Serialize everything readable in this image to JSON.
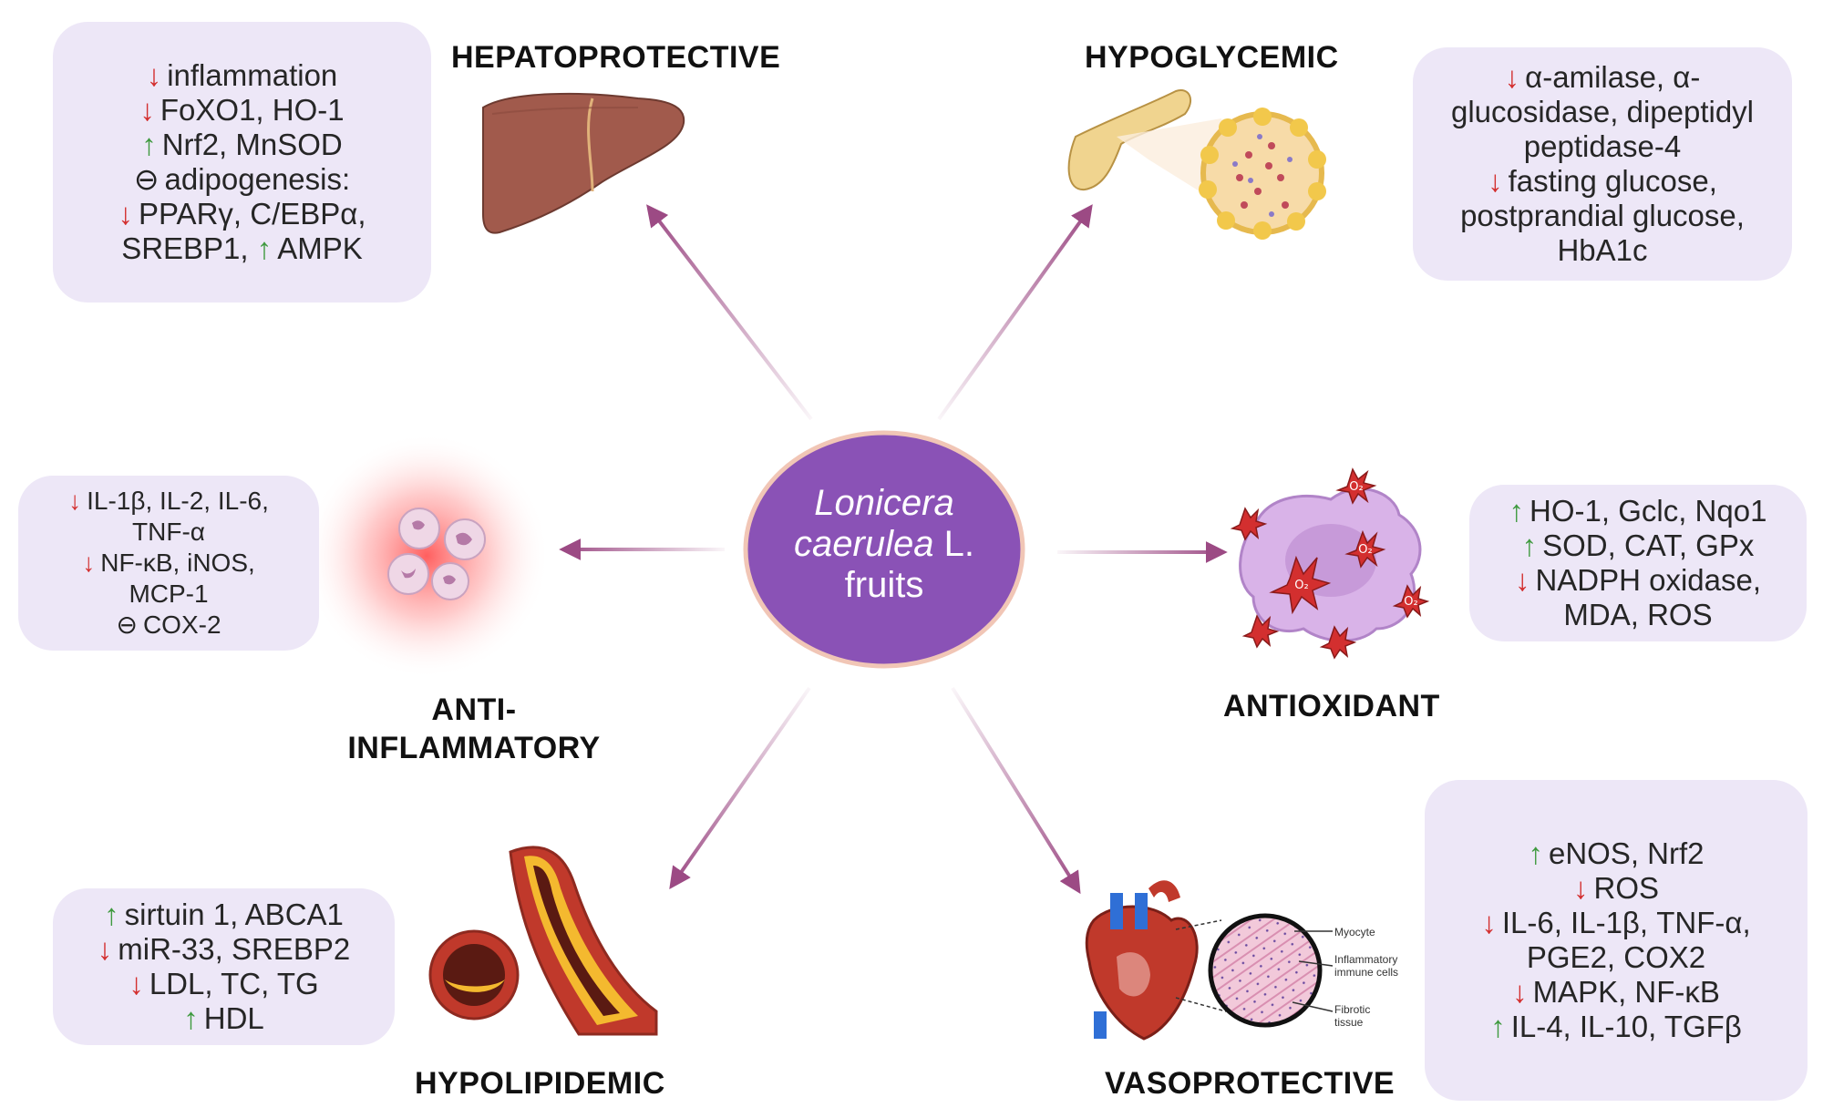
{
  "center": {
    "line1": "Lonicera",
    "line2_italic": "caerulea",
    "line2_rest": " L.",
    "line3": "fruits"
  },
  "colors": {
    "arrow": "#9c4a84",
    "center_fill": "#8a52b6",
    "center_stroke": "#f1c6b6",
    "box_bg": "#ede7f7",
    "down": "#d32f2f",
    "up": "#3f9a3f"
  },
  "titles": {
    "hepatoprotective": "HEPATOPROTECTIVE",
    "hypoglycemic": "HYPOGLYCEMIC",
    "anti1": "ANTI-",
    "anti2": "INFLAMMATORY",
    "antioxidant": "ANTIOXIDANT",
    "hypolipidemic": "HYPOLIPIDEMIC",
    "vasoprotective": "VASOPROTECTIVE"
  },
  "hepato": [
    {
      "a": "↓",
      "t": "inflammation"
    },
    {
      "a": "↓",
      "t": "FoXO1, HO-1"
    },
    {
      "a": "↑",
      "t": "Nrf2, MnSOD"
    },
    {
      "a": "⊖",
      "t": "adipogenesis:"
    },
    {
      "a": "↓",
      "t": "PPARγ, C/EBPα,"
    },
    {
      "t": "SREBP1, ",
      "a2": "↑",
      "t2": "AMPK"
    }
  ],
  "hypogly": [
    {
      "a": "↓",
      "t": "α-amilase, α-"
    },
    {
      "t": "glucosidase, dipeptidyl"
    },
    {
      "t": "peptidase-4"
    },
    {
      "a": "↓",
      "t": "fasting glucose,"
    },
    {
      "t": "postprandial glucose,"
    },
    {
      "t": "HbA1c"
    }
  ],
  "antiinf": [
    {
      "a": "↓",
      "t": "IL-1β, IL-2, IL-6,"
    },
    {
      "t": "TNF-α"
    },
    {
      "a": "↓",
      "t": "NF-κB, iNOS,"
    },
    {
      "t": "MCP-1"
    },
    {
      "a": "⊖",
      "t": "COX-2"
    }
  ],
  "antiox": [
    {
      "a": "↑",
      "t": "HO-1, Gclc, Nqo1"
    },
    {
      "a": "↑",
      "t": "SOD, CAT, GPx"
    },
    {
      "a": "↓",
      "t": "NADPH oxidase,"
    },
    {
      "t": "MDA, ROS"
    }
  ],
  "hypolip": [
    {
      "a": "↑",
      "t": "sirtuin 1, ABCA1"
    },
    {
      "a": "↓",
      "t": "miR-33, SREBP2"
    },
    {
      "a": "↓",
      "t": "LDL, TC, TG"
    },
    {
      "a": "↑",
      "t": "HDL"
    }
  ],
  "vaso": [
    {
      "a": "↑",
      "t": "eNOS, Nrf2"
    },
    {
      "a": "↓",
      "t": "ROS"
    },
    {
      "a": "↓",
      "t": "IL-6, IL-1β, TNF-α,"
    },
    {
      "t": "PGE2, COX2"
    },
    {
      "a": "↓",
      "t": "MAPK, NF-κB"
    },
    {
      "a": "↑",
      "t": "IL-4, IL-10, TGFβ"
    }
  ],
  "heart_labels": {
    "myocyte": "Myocyte",
    "inflam1": "Inflammatory",
    "inflam2": "immune cells",
    "fibrotic1": "Fibrotic",
    "fibrotic2": "tissue"
  },
  "ox_label": "O₂",
  "icons": [
    "liver-icon",
    "pancreas-icon",
    "immune-cells-icon",
    "oxidized-cell-icon",
    "artery-plaque-icon",
    "heart-icon",
    "tissue-magnifier-icon"
  ]
}
